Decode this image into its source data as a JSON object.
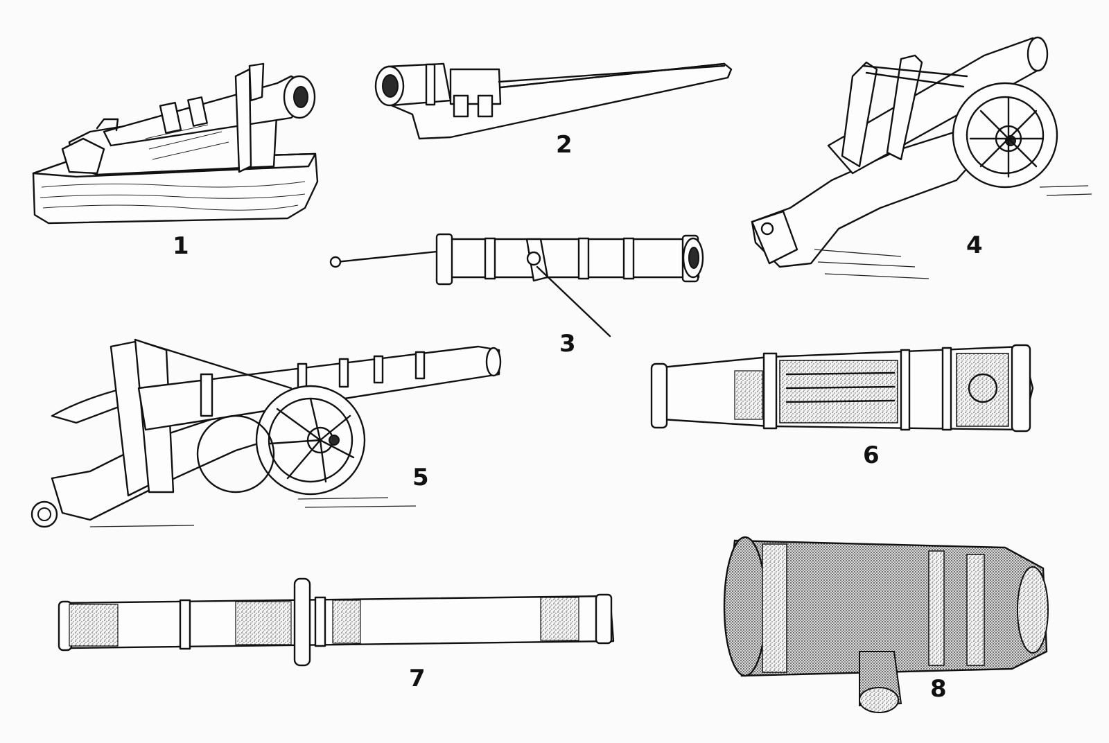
{
  "figures": [
    {
      "label": "1"
    },
    {
      "label": "2"
    },
    {
      "label": "3"
    },
    {
      "label": "4"
    },
    {
      "label": "5"
    },
    {
      "label": "6"
    },
    {
      "label": "7"
    },
    {
      "label": "8"
    }
  ]
}
